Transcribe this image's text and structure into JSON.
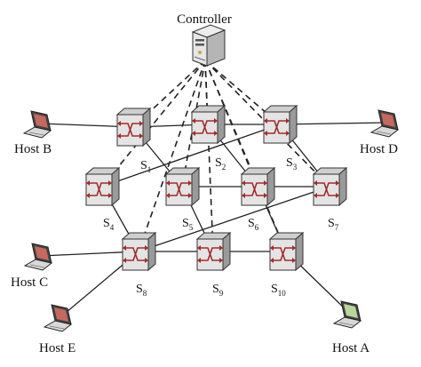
{
  "controller": {
    "label": "Controller"
  },
  "hosts": [
    {
      "id": "B",
      "label": "Host B",
      "screen_color": "#c7685e"
    },
    {
      "id": "D",
      "label": "Host D",
      "screen_color": "#c7685e"
    },
    {
      "id": "C",
      "label": "Host C",
      "screen_color": "#c7685e"
    },
    {
      "id": "E",
      "label": "Host E",
      "screen_color": "#c7685e"
    },
    {
      "id": "A",
      "label": "Host A",
      "screen_color": "#b7d89a"
    }
  ],
  "switches": [
    {
      "id": "S1",
      "letter": "S",
      "sub": "1"
    },
    {
      "id": "S2",
      "letter": "S",
      "sub": "2"
    },
    {
      "id": "S3",
      "letter": "S",
      "sub": "3"
    },
    {
      "id": "S4",
      "letter": "S",
      "sub": "4"
    },
    {
      "id": "S5",
      "letter": "S",
      "sub": "5"
    },
    {
      "id": "S6",
      "letter": "S",
      "sub": "6"
    },
    {
      "id": "S7",
      "letter": "S",
      "sub": "7"
    },
    {
      "id": "S8",
      "letter": "S",
      "sub": "8"
    },
    {
      "id": "S9",
      "letter": "S",
      "sub": "9"
    },
    {
      "id": "S10",
      "letter": "S",
      "sub": "10"
    }
  ],
  "links": [
    [
      "B",
      "S1"
    ],
    [
      "S1",
      "S2"
    ],
    [
      "S2",
      "S3"
    ],
    [
      "S3",
      "D"
    ],
    [
      "S3",
      "S4"
    ],
    [
      "S1",
      "S5"
    ],
    [
      "S2",
      "S6"
    ],
    [
      "S3",
      "S7"
    ],
    [
      "S5",
      "S6"
    ],
    [
      "S6",
      "S7"
    ],
    [
      "S4",
      "S8"
    ],
    [
      "S5",
      "S9"
    ],
    [
      "S6",
      "S10"
    ],
    [
      "S7",
      "S8"
    ],
    [
      "C",
      "S8"
    ],
    [
      "S8",
      "S9"
    ],
    [
      "S9",
      "S10"
    ],
    [
      "S8",
      "E"
    ],
    [
      "S10",
      "A"
    ]
  ],
  "controller_links": [
    "S1",
    "S2",
    "S3",
    "S4",
    "S5",
    "S6",
    "S7",
    "S8",
    "S9",
    "S10"
  ],
  "colors": {
    "line": "#222222",
    "switch_face": "#e4e4e4",
    "switch_top": "#cfcfcf",
    "switch_side": "#9a9a9a",
    "arrow": "#a42a2a"
  }
}
